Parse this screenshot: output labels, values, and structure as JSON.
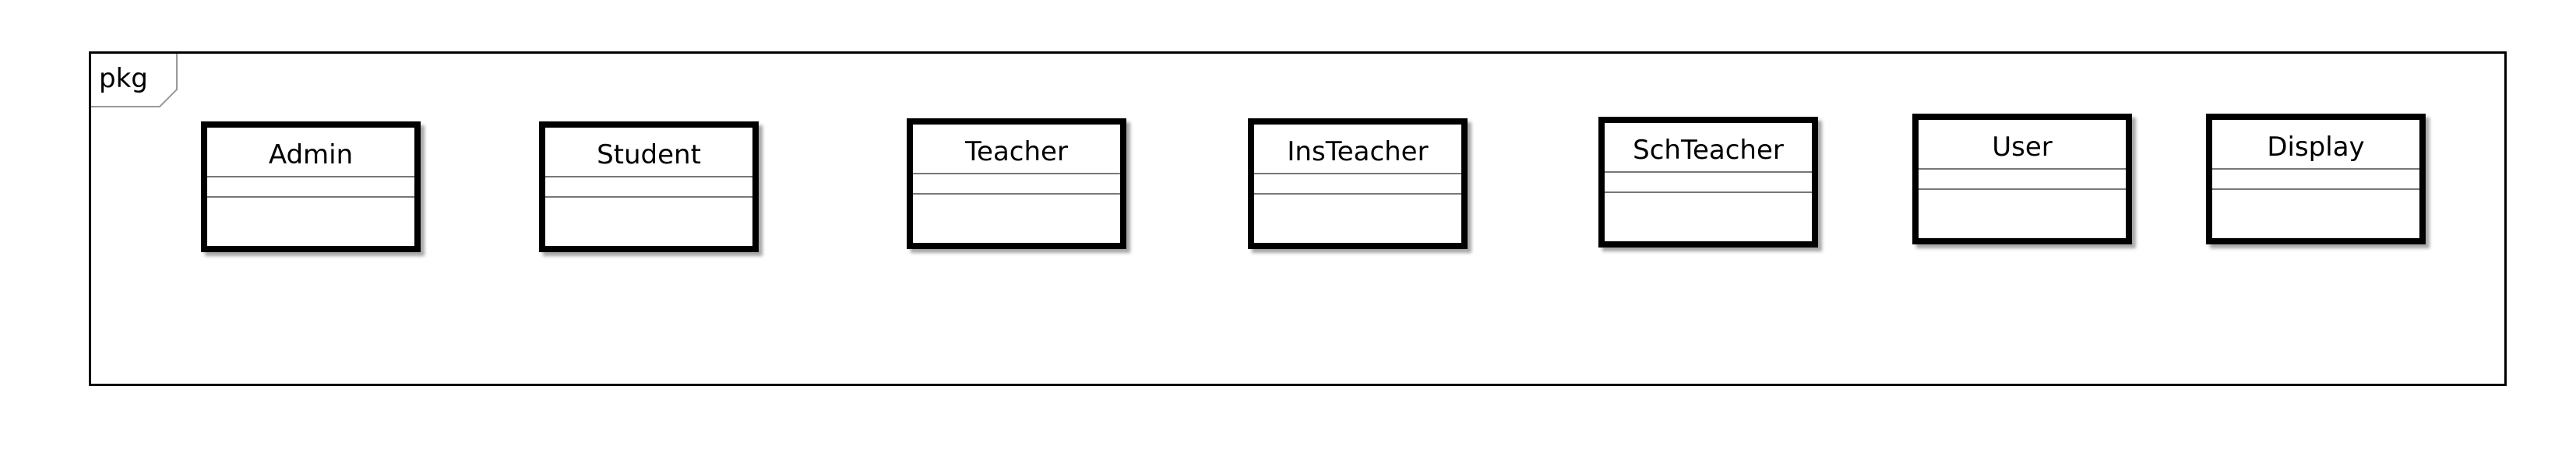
{
  "package": {
    "label": "pkg"
  },
  "classes": [
    {
      "name": "Admin"
    },
    {
      "name": "Student"
    },
    {
      "name": "Teacher"
    },
    {
      "name": "InsTeacher"
    },
    {
      "name": "SchTeacher"
    },
    {
      "name": "User"
    },
    {
      "name": "Display"
    }
  ]
}
